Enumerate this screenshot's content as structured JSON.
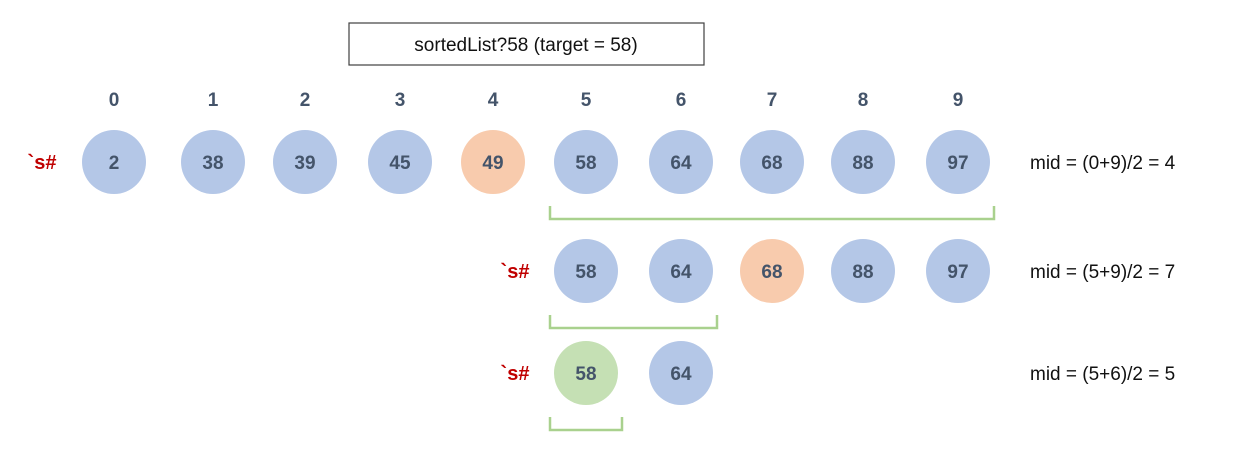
{
  "title": "sortedList?58 (target = 58)",
  "marker": "`s#",
  "indices": [
    "0",
    "1",
    "2",
    "3",
    "4",
    "5",
    "6",
    "7",
    "8",
    "9"
  ],
  "colors": {
    "default": "#b4c7e7",
    "mid": "#f8cbad",
    "found": "#c5e0b4",
    "number_text": "#44546a",
    "marker_text": "#c00000",
    "bracket": "#a9d18e",
    "title_border": "#404040"
  },
  "rows": [
    {
      "values": [
        "2",
        "38",
        "39",
        "45",
        "49",
        "58",
        "64",
        "68",
        "88",
        "97"
      ],
      "start_index": 0,
      "highlight": {
        "4": "mid"
      },
      "bracket": [
        5,
        9
      ],
      "formula": "mid = (0+9)/2 = 4"
    },
    {
      "values": [
        "58",
        "64",
        "68",
        "88",
        "97"
      ],
      "start_index": 5,
      "highlight": {
        "7": "mid"
      },
      "bracket": [
        5,
        6
      ],
      "formula": "mid = (5+9)/2 = 7"
    },
    {
      "values": [
        "58",
        "64"
      ],
      "start_index": 5,
      "highlight": {
        "5": "found"
      },
      "bracket": [
        5,
        5
      ],
      "formula": "mid = (5+6)/2 = 5"
    }
  ]
}
